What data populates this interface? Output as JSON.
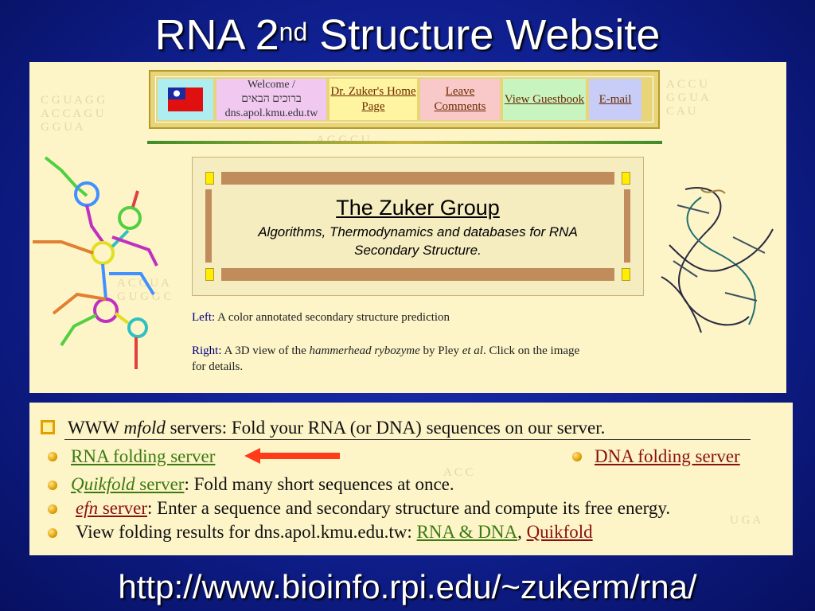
{
  "slide": {
    "title_main": "RNA 2",
    "title_sup": "nd",
    "title_rest": " Structure Website",
    "url": "http://www.bioinfo.rpi.edu/~zukerm/rna/"
  },
  "nav": {
    "welcome": "Welcome /",
    "welcome_hebrew": "ברוכים הבאים",
    "host": "dns.apol.kmu.edu.tw",
    "zuker": "Dr. Zuker's Home Page",
    "leave": "Leave Comments",
    "guestbook": "View Guestbook",
    "email": "E-mail"
  },
  "banner": {
    "title": "The Zuker Group",
    "subtitle_line1": "Algorithms, Thermodynamics and databases for RNA",
    "subtitle_line2": "Secondary Structure."
  },
  "captions": {
    "left_label": "Left:",
    "left_text": " A color annotated secondary structure prediction",
    "right_label": "Right:",
    "right_text_1": " A 3D view of the ",
    "right_italic_1": "hammerhead rybozyme",
    "right_text_2": " by Pley ",
    "right_italic_2": "et al",
    "right_text_3": ". Click on the image",
    "right_line2": "for details."
  },
  "servers": {
    "heading_1": "WWW ",
    "heading_italic": "mfold",
    "heading_2": " servers:   Fold your RNA (or DNA) sequences on our server.",
    "rna_server": "RNA folding server",
    "dna_server": "DNA folding server",
    "quikfold_italic": "Quikfold",
    "quikfold_link_rest": " server",
    "quikfold_desc": ":   Fold many short sequences at once.",
    "efn_italic": "efn",
    "efn_link_rest": " server",
    "efn_desc": ":   Enter a sequence and secondary structure and compute its free energy.",
    "view_results": "View folding results for dns.apol.kmu.edu.tw:   ",
    "rna_dna": "RNA & DNA",
    "comma": ",   ",
    "quikfold": "Quikfold"
  },
  "colors": {
    "slide_bg": "#0f1f8e",
    "page_bg": "#fdf4c8",
    "link_green": "#3a7a10",
    "link_red": "#8a1010",
    "arrow": "#ff3b1a"
  }
}
